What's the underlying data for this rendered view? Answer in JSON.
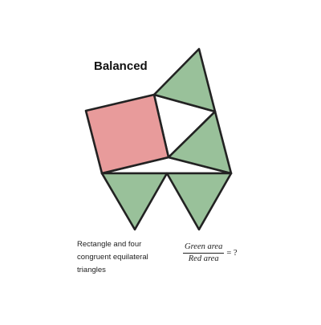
{
  "title": "Balanced",
  "caption_lines": [
    "Rectangle and four",
    "congruent equilateral",
    "triangles"
  ],
  "formula": {
    "numerator": "Green area",
    "denominator": "Red area",
    "rhs": "= ?"
  },
  "colors": {
    "green_fill": "#99c19a",
    "red_fill": "#e89b9b",
    "white_fill": "#ffffff",
    "stroke": "#222222"
  }
}
